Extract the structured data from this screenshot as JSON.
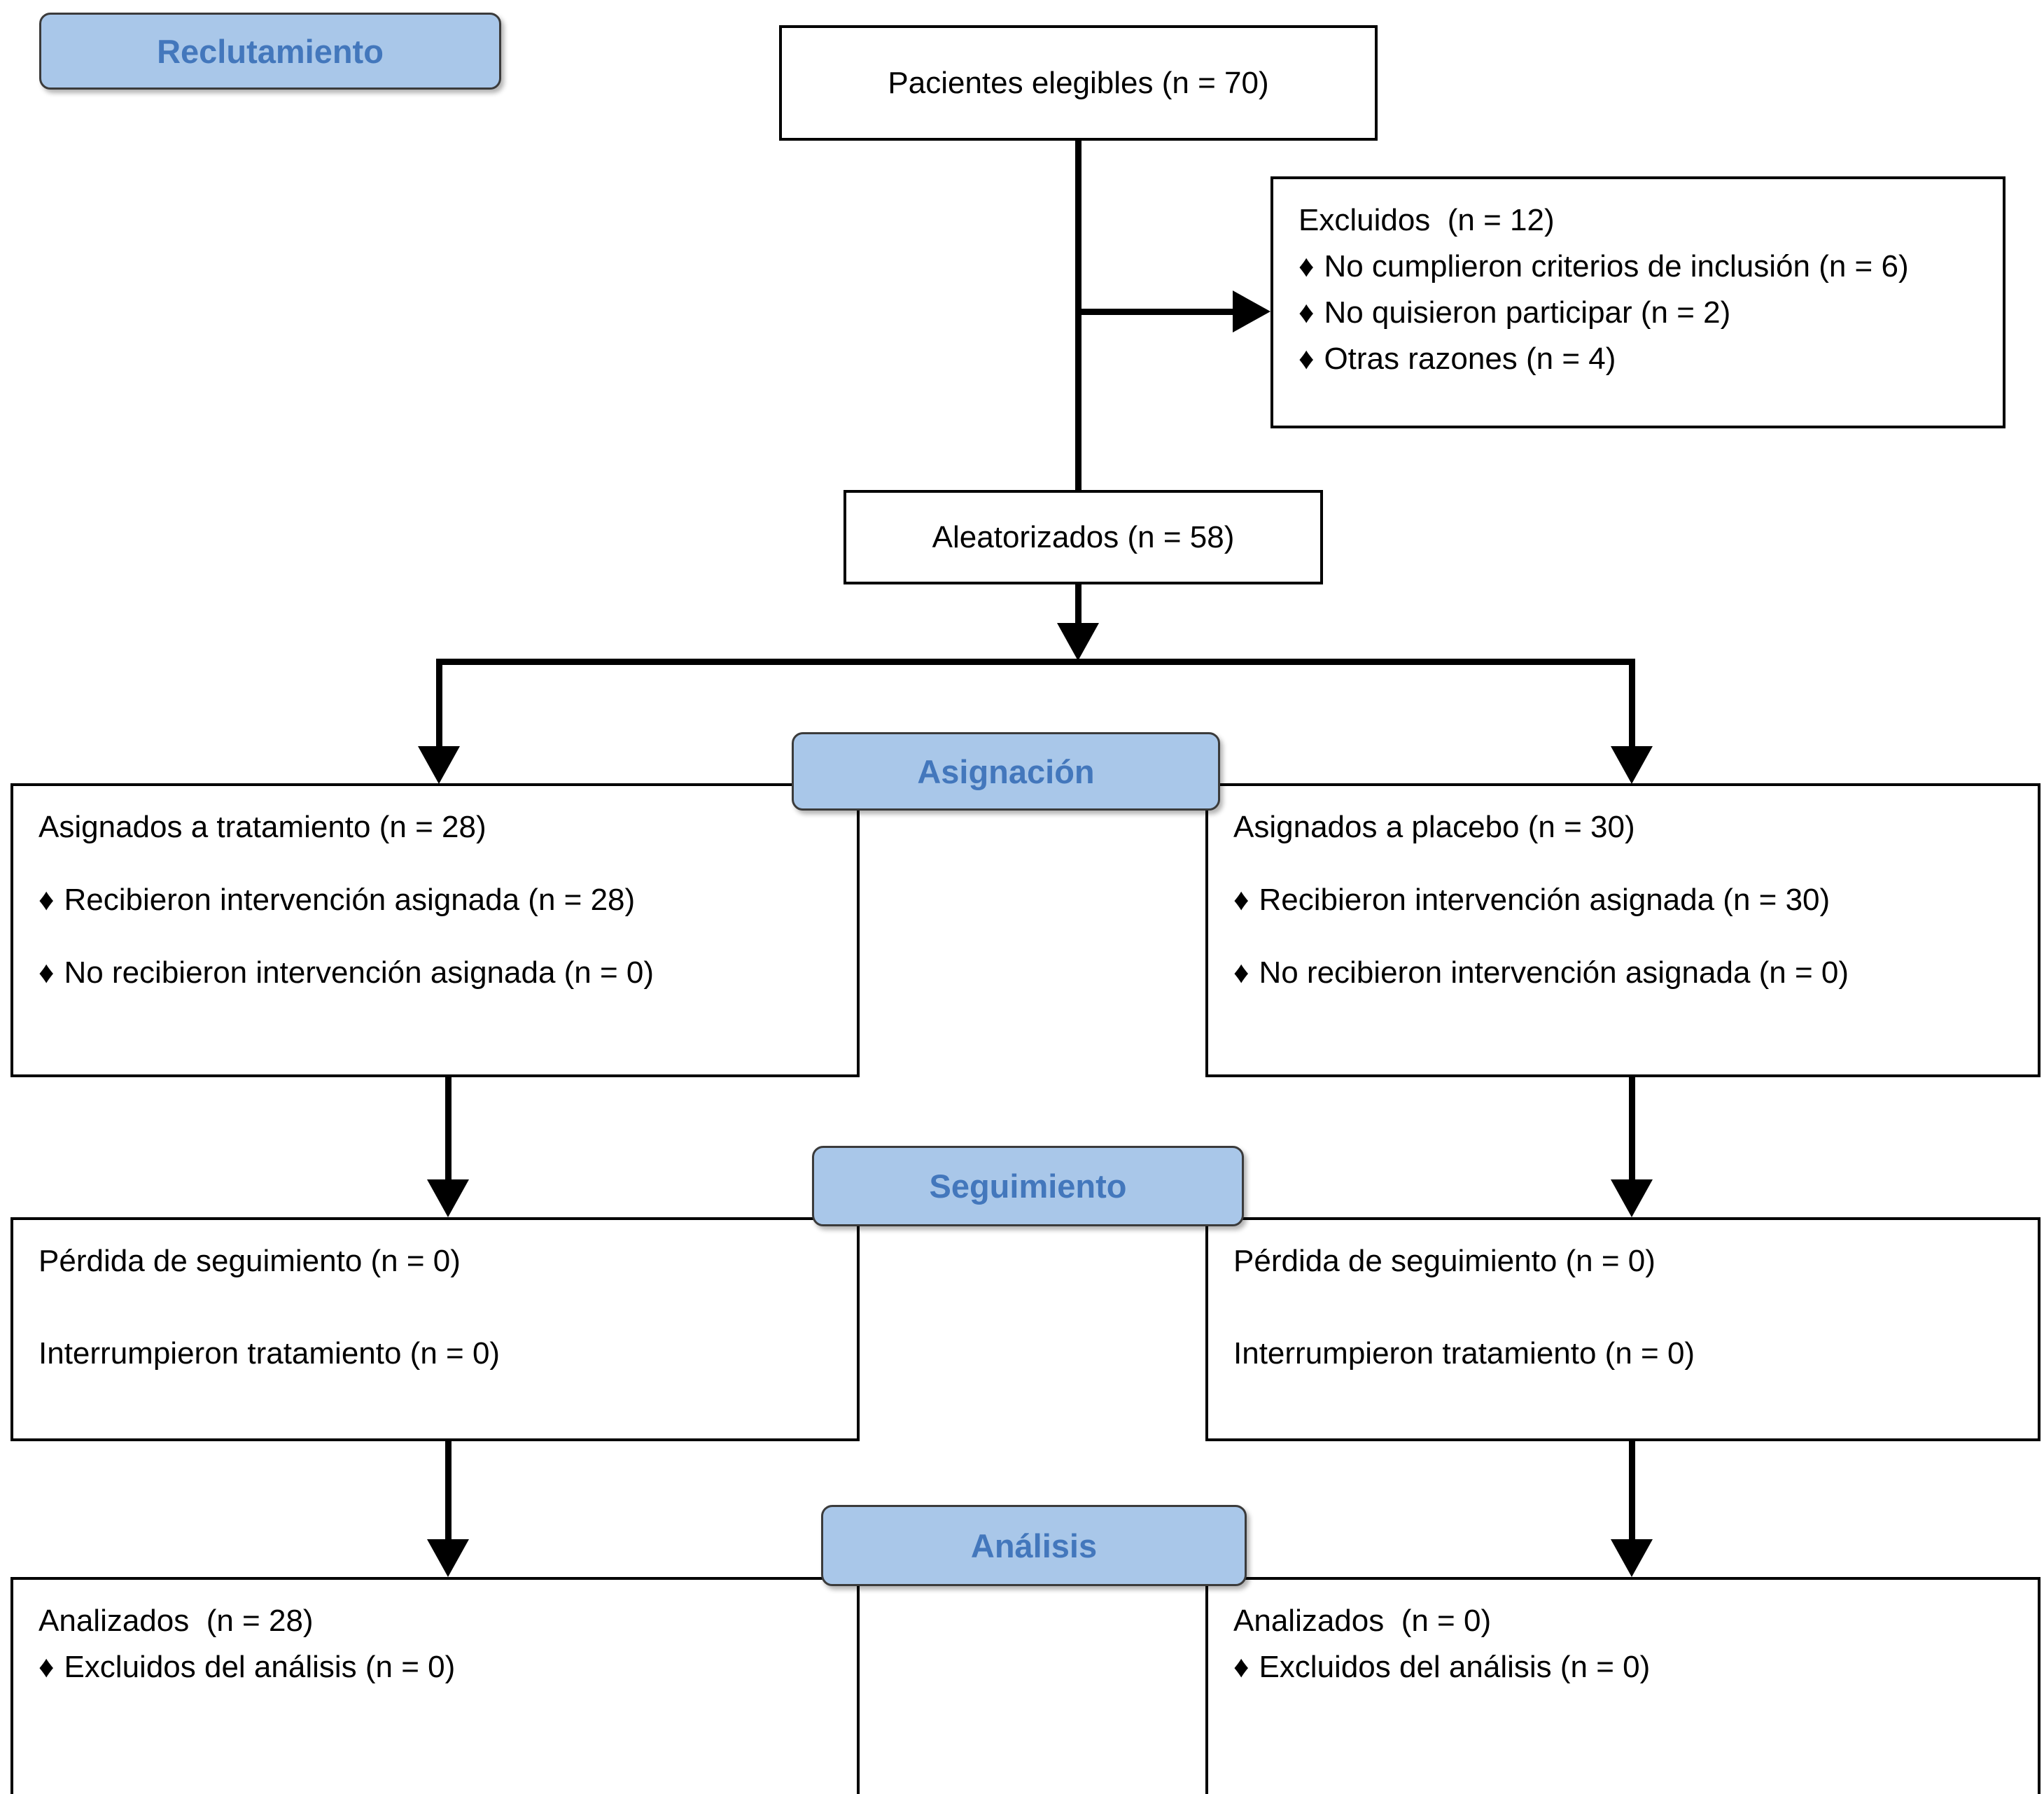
{
  "diagram": {
    "bullet_glyph": "♦",
    "stage_labels": {
      "recruitment": "Reclutamiento",
      "allocation": "Asignación",
      "followup": "Seguimiento",
      "analysis": "Análisis"
    },
    "boxes": {
      "eligible": {
        "text": "Pacientes elegibles (n = 70)"
      },
      "excluded": {
        "title": "Excluidos  (n = 12)",
        "items": [
          "No cumplieron criterios de inclusión (n = 6)",
          "No quisieron participar (n = 2)",
          "Otras razones (n = 4)"
        ]
      },
      "randomized": {
        "text": "Aleatorizados (n = 58)"
      },
      "alloc_left": {
        "title": "Asignados a tratamiento (n = 28)",
        "items": [
          "Recibieron intervención asignada (n = 28)",
          "No recibieron intervención asignada (n = 0)"
        ]
      },
      "alloc_right": {
        "title": "Asignados a placebo (n = 30)",
        "items": [
          "Recibieron intervención asignada (n = 30)",
          "No recibieron intervención asignada (n = 0)"
        ]
      },
      "follow_left": {
        "lines": [
          "Pérdida de seguimiento (n = 0)",
          "Interrumpieron tratamiento (n = 0)"
        ]
      },
      "follow_right": {
        "lines": [
          "Pérdida de seguimiento (n = 0)",
          "Interrumpieron tratamiento (n = 0)"
        ]
      },
      "analysis_left": {
        "title": "Analizados  (n = 28)",
        "items": [
          "Excluidos del análisis (n = 0)"
        ]
      },
      "analysis_right": {
        "title": "Analizados  (n = 0)",
        "items": [
          "Excluidos del análisis (n = 0)"
        ]
      }
    },
    "colors": {
      "stage_label_fill": "#A9C7E9",
      "stage_label_text": "#4377BC",
      "box_border": "#000000",
      "connector": "#000000"
    }
  }
}
